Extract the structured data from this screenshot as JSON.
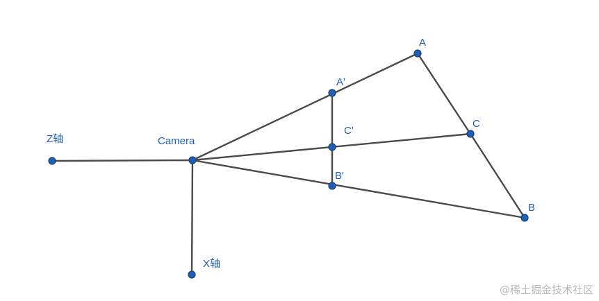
{
  "diagram": {
    "point_color": "#1f5fb4",
    "label_color": "#1f5fb4",
    "edge_color": "#4a4a4a",
    "points": [
      {
        "id": "zaxis",
        "label": "Z轴"
      },
      {
        "id": "camera",
        "label": "Camera"
      },
      {
        "id": "xaxis",
        "label": "X轴"
      },
      {
        "id": "a_prime",
        "label": "A'"
      },
      {
        "id": "c_prime",
        "label": "C'"
      },
      {
        "id": "b_prime",
        "label": "B'"
      },
      {
        "id": "a",
        "label": "A"
      },
      {
        "id": "c",
        "label": "C"
      },
      {
        "id": "b",
        "label": "B"
      }
    ],
    "edges": [
      [
        "zaxis",
        "camera"
      ],
      [
        "camera",
        "xaxis"
      ],
      [
        "camera",
        "a"
      ],
      [
        "camera",
        "c"
      ],
      [
        "camera",
        "b"
      ],
      [
        "a_prime",
        "c_prime"
      ],
      [
        "c_prime",
        "b_prime"
      ],
      [
        "a",
        "c"
      ],
      [
        "c",
        "b"
      ]
    ]
  },
  "watermark": "@稀土掘金技术社区"
}
